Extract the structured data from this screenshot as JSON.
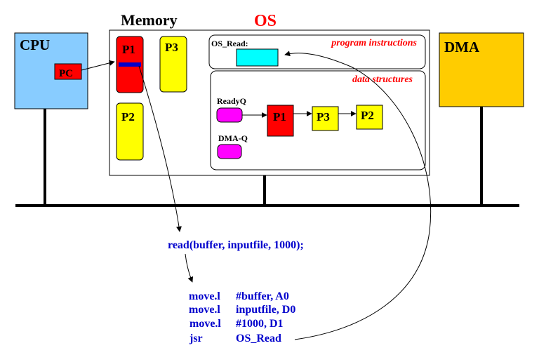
{
  "colors": {
    "cpu": "#88ccff",
    "dma": "#ffcc00",
    "process_running": "#ff0000",
    "process_ready": "#ffff00",
    "queue_head": "#ff00ff",
    "os_read_box": "#00ffff",
    "pc_marker": "#0000cc",
    "os_title": "#ff0000",
    "section_label": "#ff0000",
    "code": "#0000cc"
  },
  "cpu": {
    "label": "CPU",
    "pc_label": "PC"
  },
  "dma": {
    "label": "DMA"
  },
  "memory": {
    "label": "Memory",
    "os_label": "OS",
    "processes": {
      "p1": "P1",
      "p2": "P2",
      "p3": "P3"
    },
    "program_instructions": {
      "label": "program instructions",
      "os_read_label": "OS_Read:"
    },
    "data_structures": {
      "label": "data structures",
      "readyq_label": "ReadyQ",
      "dmaq_label": "DMA-Q",
      "ready_queue": [
        "P1",
        "P3",
        "P2"
      ]
    }
  },
  "code": {
    "call": "read(buffer, inputfile, 1000);",
    "asm": [
      {
        "op": "move.l",
        "args": "#buffer, A0"
      },
      {
        "op": "move.l",
        "args": "inputfile, D0"
      },
      {
        "op": "move.l",
        "args": "#1000, D1"
      },
      {
        "op": "jsr",
        "args": "OS_Read"
      }
    ]
  }
}
